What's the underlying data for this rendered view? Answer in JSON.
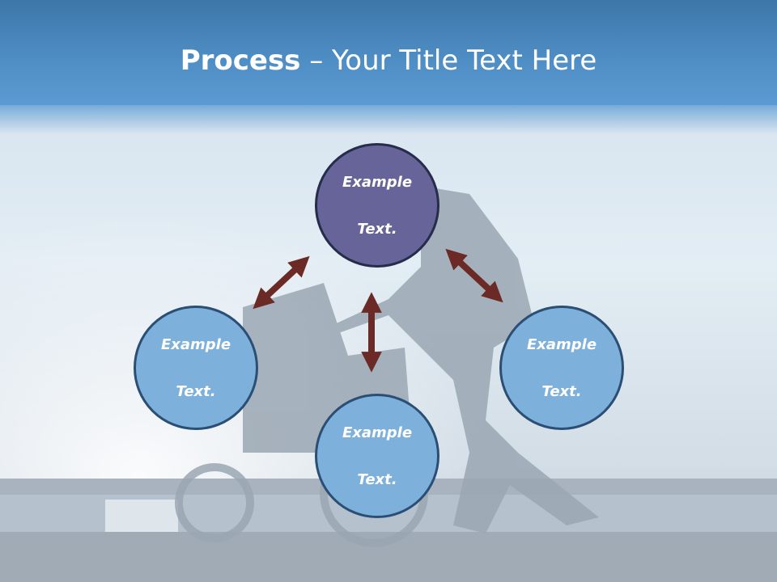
{
  "title": {
    "bold": "Process",
    "rest": " – Your Title Text Here"
  },
  "nodes": {
    "top": {
      "line1": "Example",
      "line2": "Text."
    },
    "left": {
      "line1": "Example",
      "line2": "Text."
    },
    "right": {
      "line1": "Example",
      "line2": "Text."
    },
    "bottom": {
      "line1": "Example",
      "line2": "Text."
    }
  },
  "colors": {
    "header": "#4f8fc6",
    "node_top": "#67649a",
    "node_other": "#7eb0dc",
    "arrow": "#6b2a25"
  }
}
